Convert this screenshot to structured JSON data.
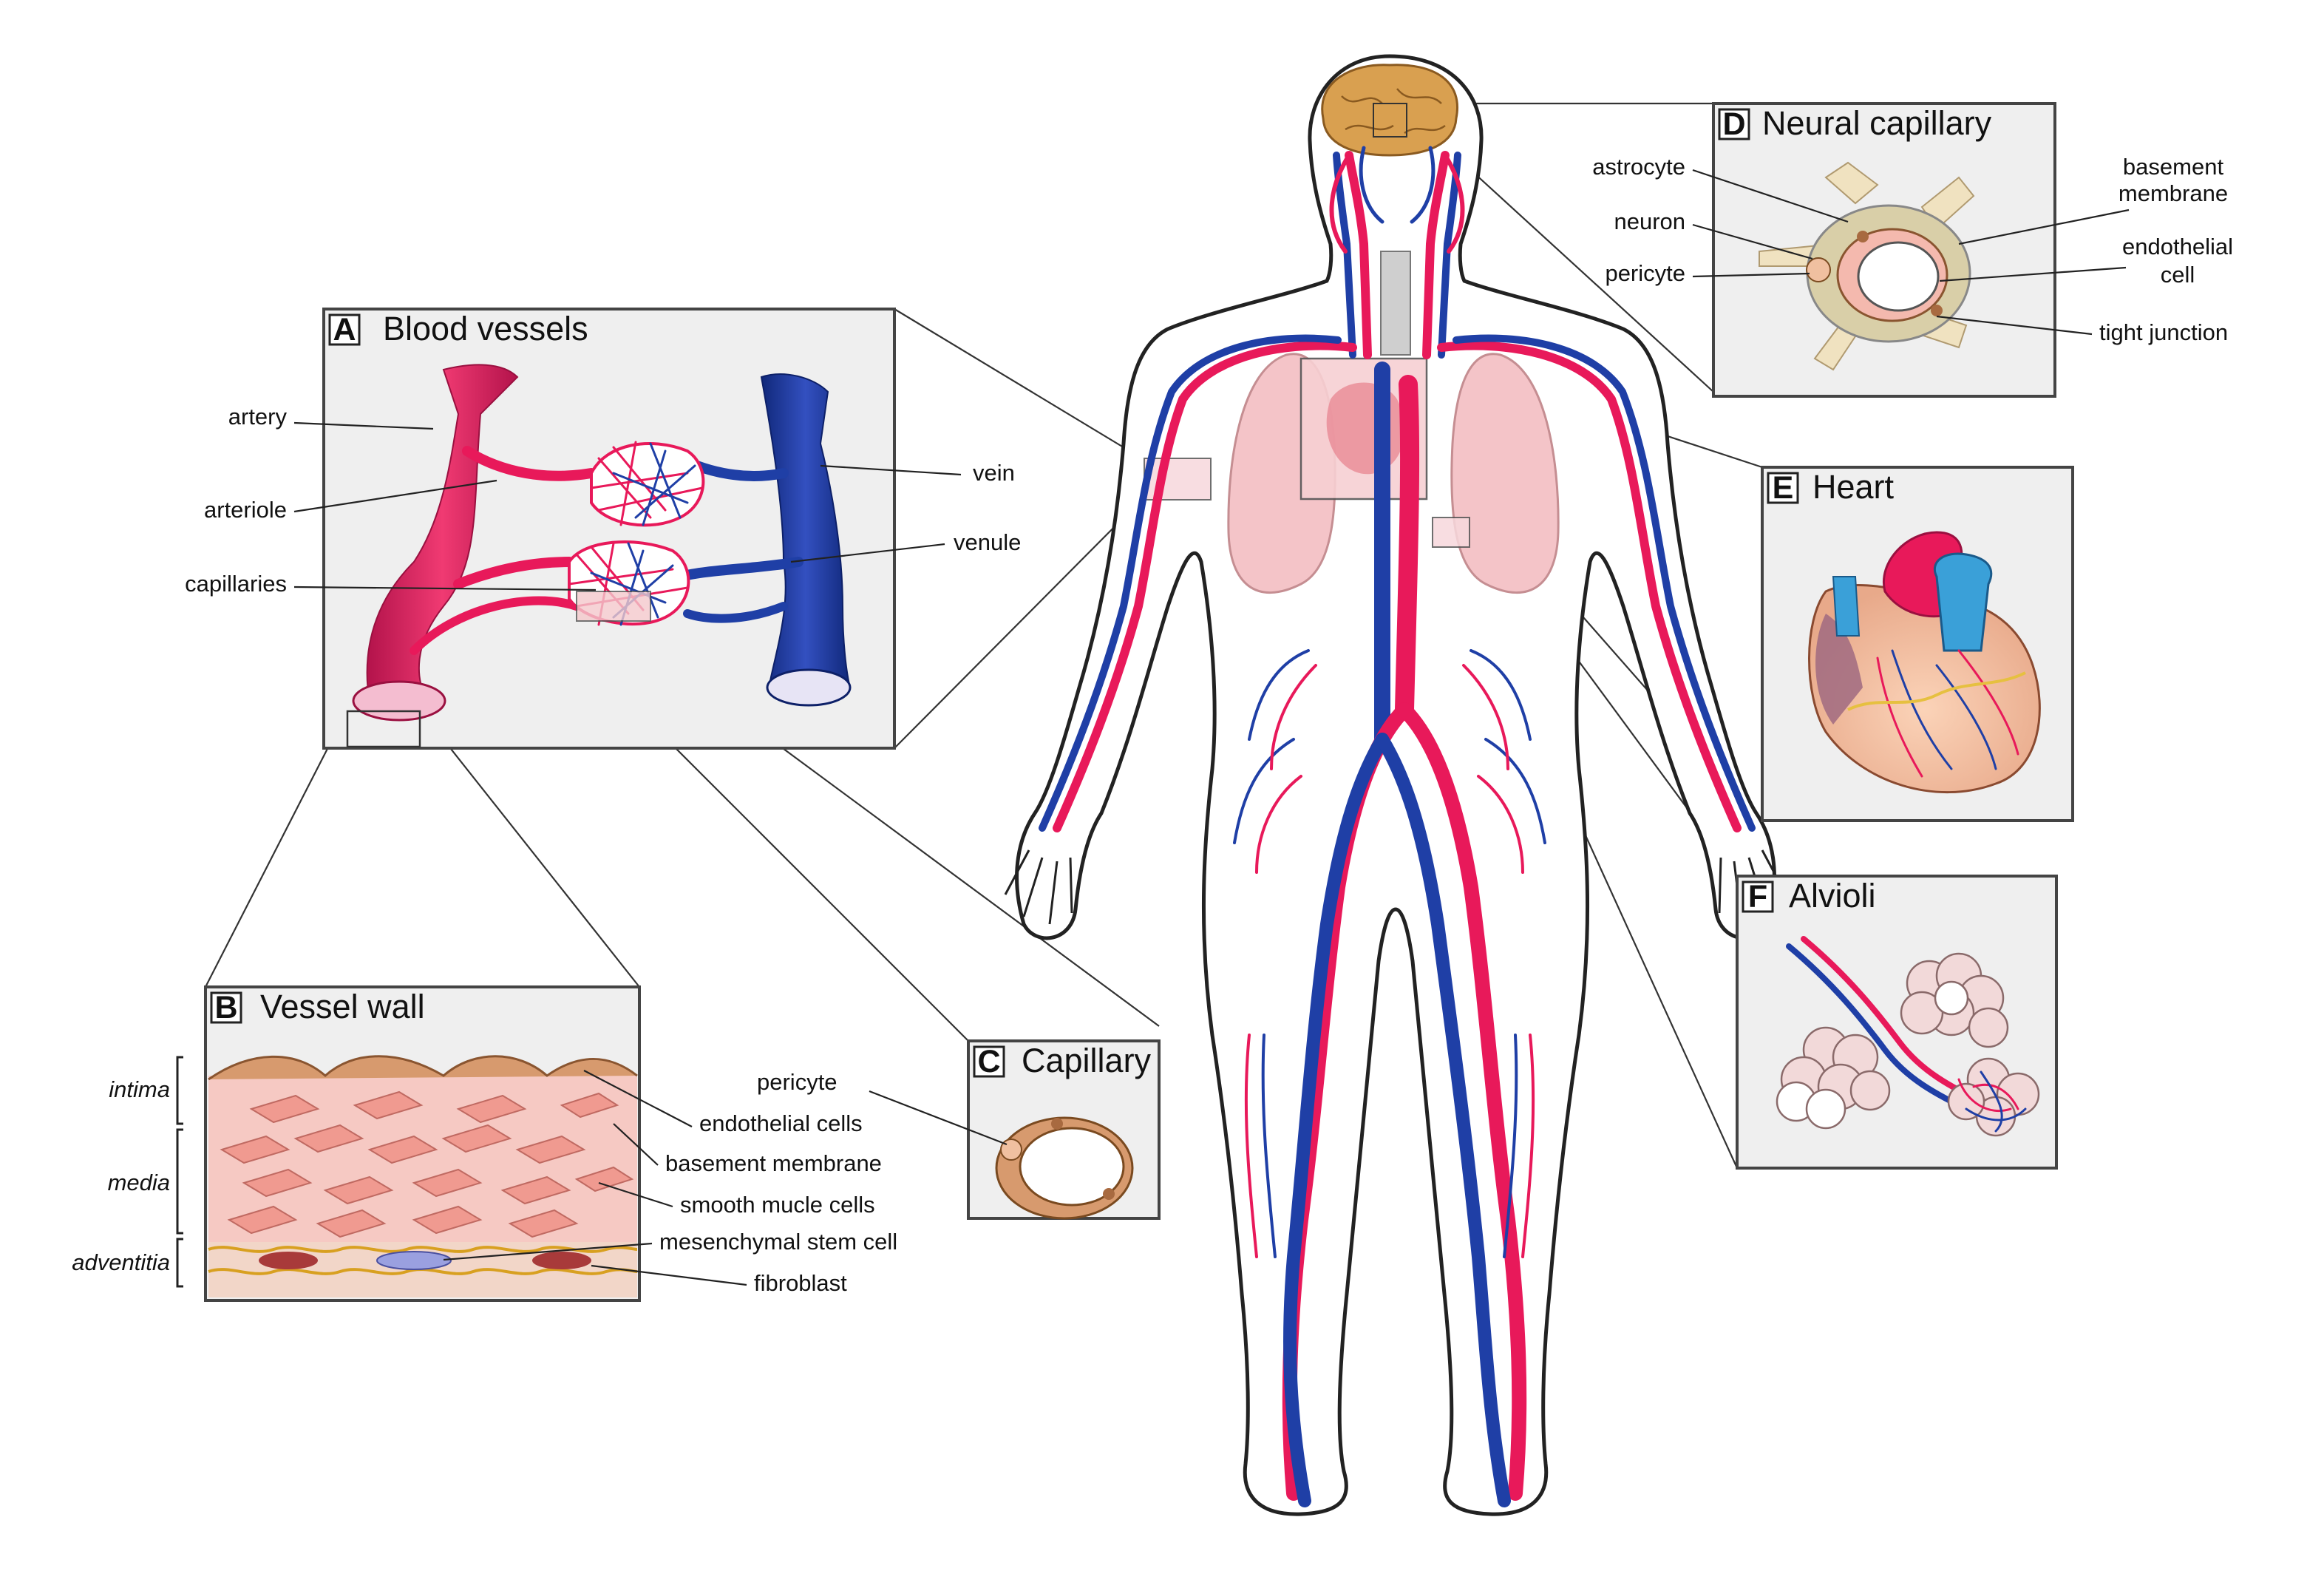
{
  "colors": {
    "artery": "#e8195a",
    "vein": "#1f3fa6",
    "panel_bg": "#efefef",
    "lung": "#f4c4c8",
    "brain": "#d9a050",
    "vessel_wall": "#f3b9b0",
    "cell_wall": "#d79a6e"
  },
  "panels": {
    "A": {
      "letter": "A",
      "title": "Blood vessels",
      "labels": {
        "artery": "artery",
        "arteriole": "arteriole",
        "capillaries": "capillaries",
        "vein": "vein",
        "venule": "venule"
      }
    },
    "B": {
      "letter": "B",
      "title": "Vessel wall",
      "layers": {
        "intima": "intima",
        "media": "media",
        "adventitia": "adventitia"
      },
      "labels": {
        "endothelial_cells": "endothelial cells",
        "basement_membrane": "basement membrane",
        "smooth_muscle_cells": "smooth mucle cells",
        "mesenchymal_stem_cell": "mesenchymal stem cell",
        "fibroblast": "fibroblast"
      }
    },
    "C": {
      "letter": "C",
      "title": "Capillary",
      "labels": {
        "pericyte": "pericyte"
      }
    },
    "D": {
      "letter": "D",
      "title": "Neural capillary",
      "labels": {
        "astrocyte": "astrocyte",
        "neuron": "neuron",
        "pericyte": "pericyte",
        "basement": "basement",
        "membrane": "membrane",
        "endothelial": "endothelial",
        "cell": "cell",
        "tight_junction": "tight junction"
      }
    },
    "E": {
      "letter": "E",
      "title": "Heart"
    },
    "F": {
      "letter": "F",
      "title": "Alvioli"
    }
  },
  "icons": [
    "human-body-figure",
    "brain-icon",
    "heart-icon",
    "lungs-icon",
    "alveoli-icon",
    "capillary-cross-section-icon"
  ]
}
